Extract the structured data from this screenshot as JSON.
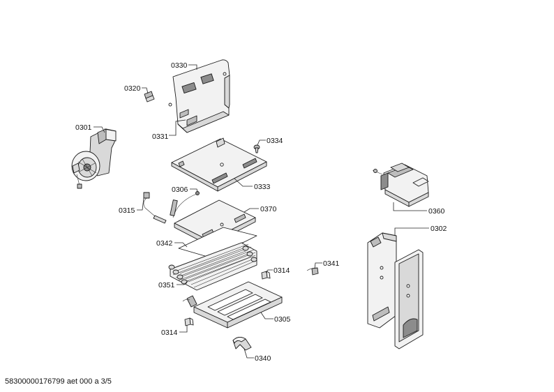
{
  "parts": [
    {
      "id": "p0330",
      "label": "0330"
    },
    {
      "id": "p0320",
      "label": "0320"
    },
    {
      "id": "p0301",
      "label": "0301"
    },
    {
      "id": "p0331",
      "label": "0331"
    },
    {
      "id": "p0334",
      "label": "0334"
    },
    {
      "id": "p0333",
      "label": "0333"
    },
    {
      "id": "p0306",
      "label": "0306"
    },
    {
      "id": "p0315",
      "label": "0315"
    },
    {
      "id": "p0370",
      "label": "0370"
    },
    {
      "id": "p0342",
      "label": "0342"
    },
    {
      "id": "p0351",
      "label": "0351"
    },
    {
      "id": "p0314a",
      "label": "0314"
    },
    {
      "id": "p0341",
      "label": "0341"
    },
    {
      "id": "p0305",
      "label": "0305"
    },
    {
      "id": "p0314b",
      "label": "0314"
    },
    {
      "id": "p0340",
      "label": "0340"
    },
    {
      "id": "p0360",
      "label": "0360"
    },
    {
      "id": "p0302",
      "label": "0302"
    }
  ],
  "footer": {
    "document_code": "58300000176799 aet 000 a 3/5"
  }
}
